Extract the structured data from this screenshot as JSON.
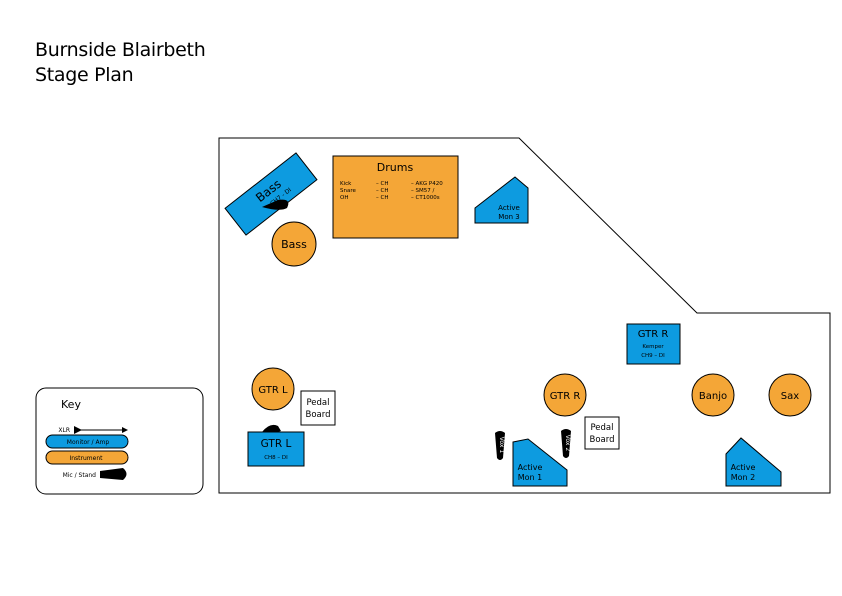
{
  "title": {
    "line1": "Burnside Blairbeth",
    "line2": "Stage Plan"
  },
  "colors": {
    "monitor_amp": "#0d9be0",
    "instrument": "#f4a637",
    "outline": "#000000",
    "background": "#ffffff"
  },
  "drums": {
    "label": "Drums",
    "col1": [
      "Kick",
      "Snare",
      "OH"
    ],
    "col2": [
      "– CH",
      "– CH",
      "– CH"
    ],
    "col3": [
      "– AKG P420",
      "– SM57 /",
      "– CT1000s"
    ]
  },
  "bass_amp": {
    "label": "Bass",
    "sublabel": "CH7 - DI"
  },
  "instruments": {
    "bass": "Bass",
    "gtr_l": "GTR L",
    "gtr_r": "GTR R",
    "banjo": "Banjo",
    "sax": "Sax"
  },
  "amps": {
    "gtr_l": {
      "label": "GTR L",
      "sublabel": "CH8 – DI"
    },
    "gtr_r": {
      "label": "GTR R",
      "sublabel1": "Kemper",
      "sublabel2": "CH9 – DI"
    }
  },
  "pedal_boards": {
    "left": [
      "Pedal",
      "Board"
    ],
    "right": [
      "Pedal",
      "Board"
    ]
  },
  "monitors": {
    "mon3": [
      "Active",
      "Mon 3"
    ],
    "mon1": [
      "Active",
      "Mon 1"
    ],
    "mon2": [
      "Active",
      "Mon 2"
    ]
  },
  "mics": {
    "vox1": "Vox 1",
    "vox2": "Vox 2"
  },
  "key": {
    "title": "Key",
    "xlr": "XLR",
    "monitor_amp": "Monitor / Amp",
    "instrument": "Instrument",
    "mic_stand": "Mic / Stand"
  }
}
